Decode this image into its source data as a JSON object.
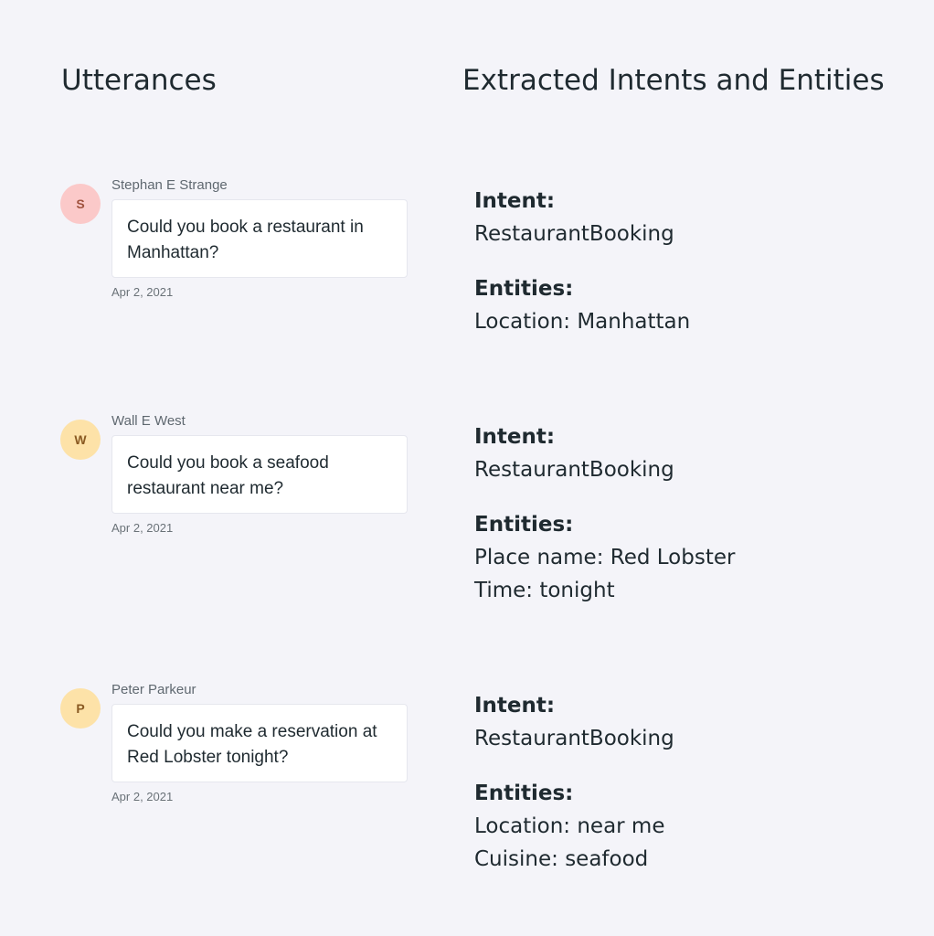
{
  "headings": {
    "utterances": "Utterances",
    "extracted": "Extracted Intents and Entities"
  },
  "labels": {
    "intent": "Intent:",
    "entities": "Entities:"
  },
  "rows": [
    {
      "avatar_letter": "S",
      "avatar_bg": "#fbc9c9",
      "avatar_fg": "#a0523e",
      "sender": "Stephan E Strange",
      "message": "Could you book a restaurant in Manhattan?",
      "date": "Apr 2, 2021",
      "intent": "RestaurantBooking",
      "entities": [
        "Location: Manhattan"
      ]
    },
    {
      "avatar_letter": "W",
      "avatar_bg": "#fde2a8",
      "avatar_fg": "#8a5a22",
      "sender": "Wall E West",
      "message": "Could you book a seafood restaurant near me?",
      "date": "Apr 2, 2021",
      "intent": "RestaurantBooking",
      "entities": [
        "Place name: Red Lobster",
        "Time: tonight"
      ]
    },
    {
      "avatar_letter": "P",
      "avatar_bg": "#fde2a8",
      "avatar_fg": "#8a5a22",
      "sender": "Peter Parkeur",
      "message": "Could you make a reservation at Red Lobster tonight?",
      "date": "Apr 2, 2021",
      "intent": "RestaurantBooking",
      "entities": [
        "Location: near me",
        "Cuisine: seafood"
      ]
    }
  ]
}
